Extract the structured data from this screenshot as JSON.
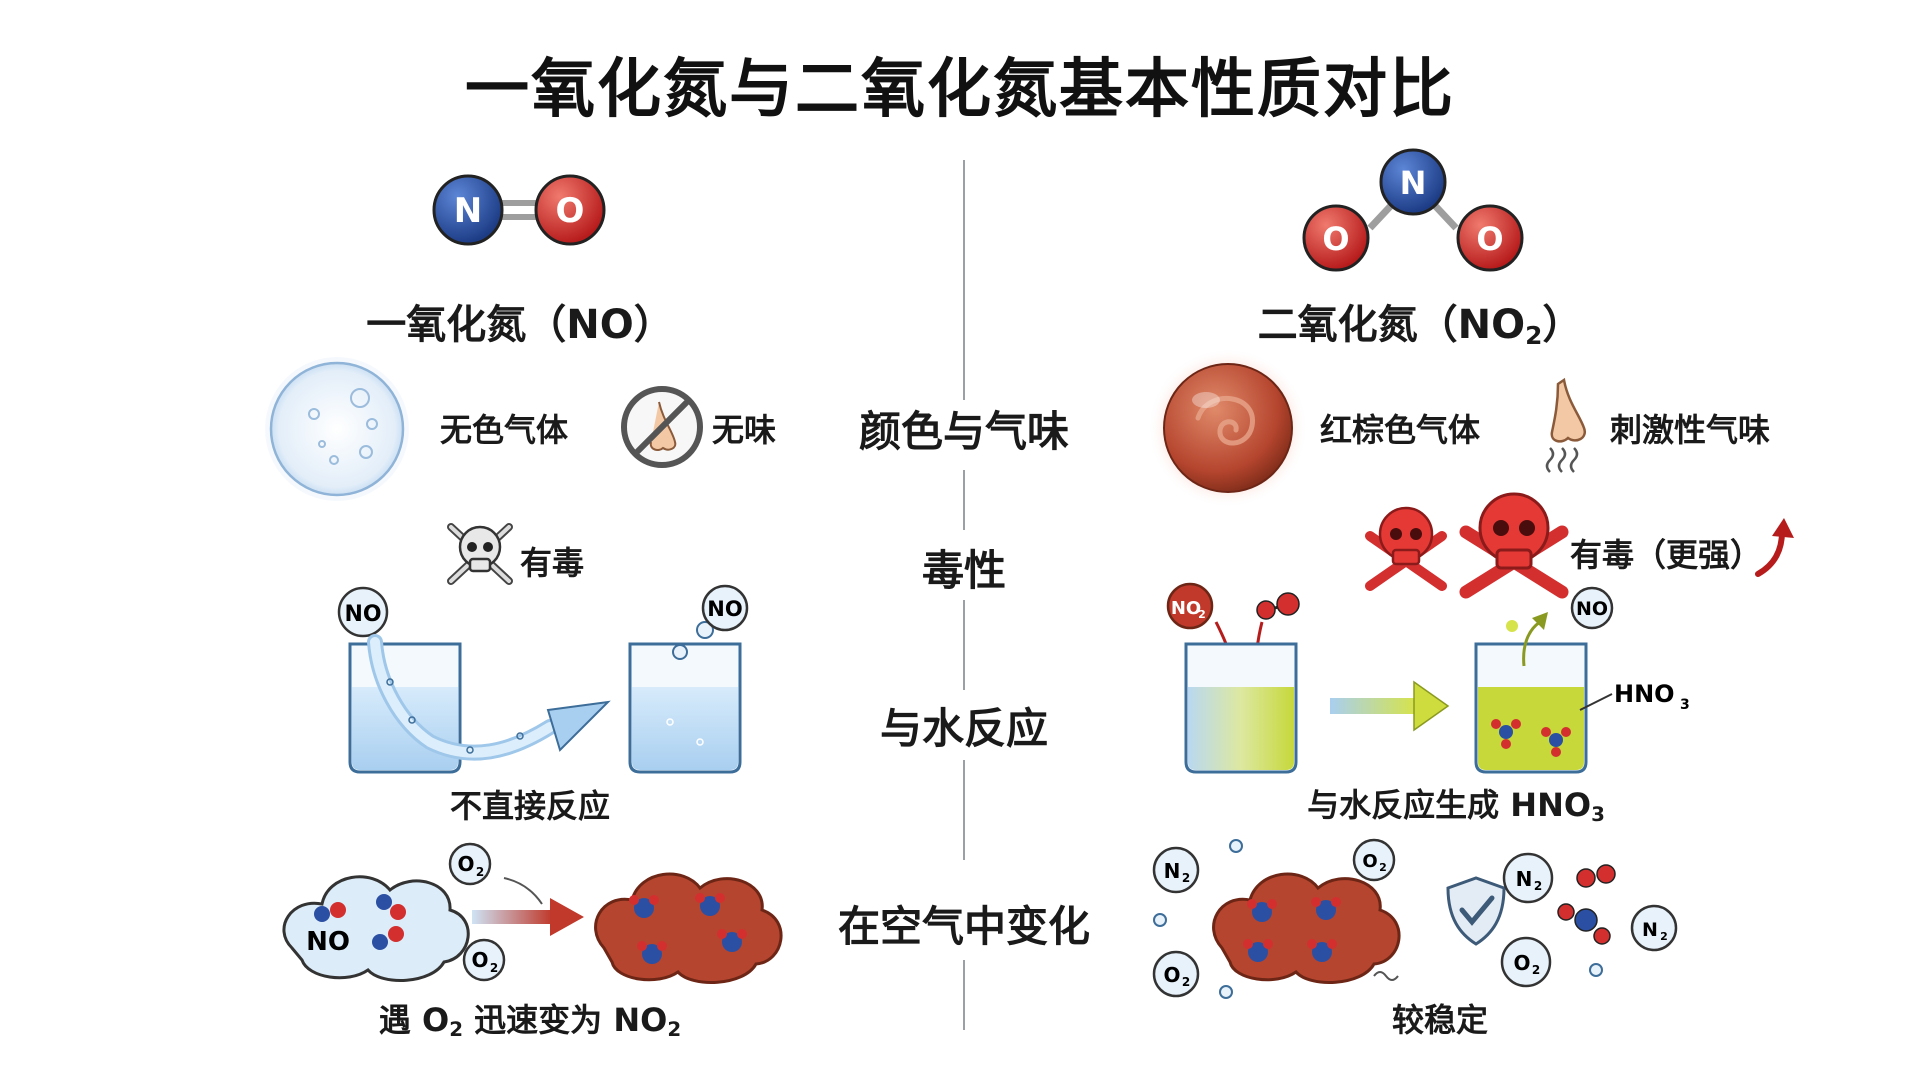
{
  "title": "一氧化氮与二氧化氮基本性质对比",
  "left": {
    "name_prefix": "一氧化氮（NO）",
    "atom_n": "N",
    "atom_o": "O",
    "color_label": "无色气体",
    "smell_label": "无味",
    "toxicity_label": "有毒",
    "water_tag": "NO",
    "water_tag_right": "NO",
    "water_caption": "不直接反应",
    "air_cloud_label": "NO",
    "air_o2_tag": "O",
    "air_caption_a": "遇 O",
    "air_caption_b": " 迅速变为 NO",
    "sub2": "2"
  },
  "right": {
    "name_a": "二氧化氮（NO",
    "name_sub": "2",
    "name_b": "）",
    "atom_n": "N",
    "atom_o": "O",
    "color_label": "红棕色气体",
    "smell_label": "刺激性气味",
    "toxicity_label": "有毒（更强）",
    "water_tag_no2": "NO",
    "water_tag_no": "NO",
    "water_hno3": "HNO",
    "water_caption_a": "与水反应生成 HNO",
    "sub3": "3",
    "sub2": "2",
    "air_n2": "N",
    "air_o2": "O",
    "air_caption": "较稳定"
  },
  "categories": {
    "color_smell": "颜色与气味",
    "toxicity": "毒性",
    "water": "与水反应",
    "air": "在空气中变化"
  },
  "colors": {
    "nitrogen": "#2b4fa3",
    "oxygen": "#d32f2f",
    "brown_gas": "#b5452e",
    "acid_green": "#c6d83a"
  }
}
